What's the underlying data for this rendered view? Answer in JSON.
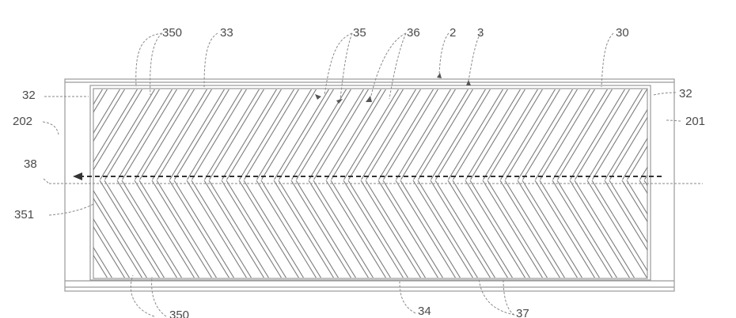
{
  "labels": {
    "l350a": "350",
    "l33": "33",
    "l35": "35",
    "l36": "36",
    "l2": "2",
    "l3": "3",
    "l30": "30",
    "l32a": "32",
    "l32b": "32",
    "l202": "202",
    "l201": "201",
    "l38": "38",
    "l351": "351",
    "l350b": "350",
    "l34": "34",
    "l37": "37"
  },
  "stroke_color": "#8a8a8a",
  "text_color": "#4a4a4a"
}
